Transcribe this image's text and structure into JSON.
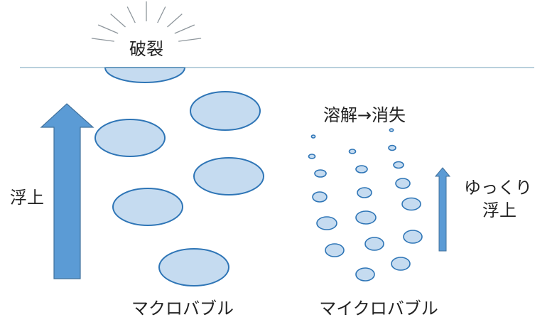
{
  "labels": {
    "burst": "破裂",
    "rise": "浮上",
    "dissolve": "溶解→消失",
    "slow_rise_line1": "ゆっくり",
    "slow_rise_line2": "浮上",
    "macro": "マクロバブル",
    "micro": "マイクロバブル"
  },
  "colors": {
    "bubble_fill": "#c5dbf0",
    "bubble_stroke": "#2e75b6",
    "arrow_fill": "#5b9bd5",
    "arrow_stroke": "#41719c",
    "water_line": "#8fb3c8",
    "burst_rays": "#8e969c"
  }
}
